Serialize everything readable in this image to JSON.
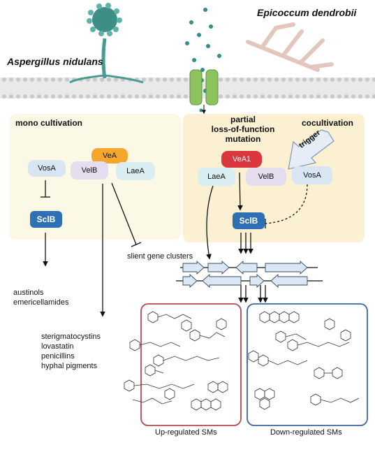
{
  "species": {
    "left": "Aspergillus nidulans",
    "right": "Epicoccum dendrobii"
  },
  "mono": {
    "title": "mono cultivation",
    "proteins": {
      "vosa": "VosA",
      "velb": "VelB",
      "vea": "VeA",
      "laea": "LaeA",
      "sclb": "SclB"
    }
  },
  "cocult": {
    "title": "cocultivation",
    "mutation": "partial\nloss-of-function\nmutation",
    "trigger": "trigger",
    "proteins": {
      "vea1": "VeA1",
      "laea": "LaeA",
      "velb": "VelB",
      "vosa": "VosA",
      "sclb": "SclB"
    }
  },
  "silent_label": "slient gene clusters",
  "products_sclb": "austinols\nemericellamides",
  "products_velb": "sterigmatocystins\nlovastatin\npenicillins\nhyphal pigments",
  "up_label": "Up-regulated SMs",
  "down_label": "Down-regulated SMs",
  "colors": {
    "mono_bg": "#fbf8e6",
    "cocult_bg": "#fbf0d2",
    "sclb": "#2f6fb3",
    "vosa": "#d8e6f4",
    "velb": "#e6dcef",
    "vea": "#f6a62c",
    "laea": "#d9eef2",
    "vea1": "#d9363e",
    "up_box": "#b54a52",
    "down_box": "#3a67a3",
    "teal": "#2f8f86"
  }
}
